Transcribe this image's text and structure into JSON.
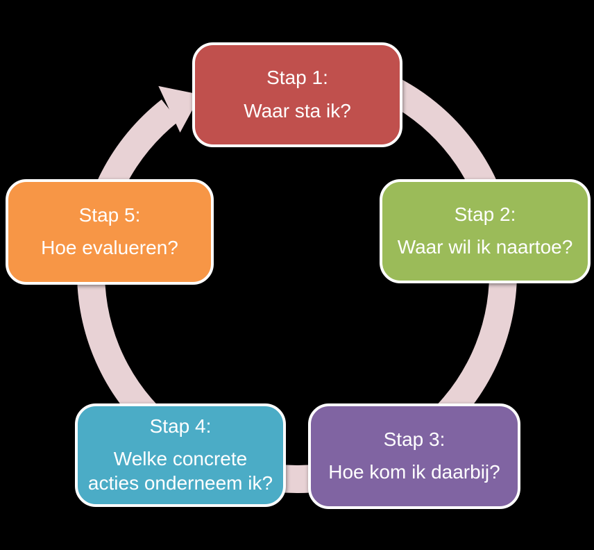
{
  "diagram": {
    "type": "cycle",
    "flow": "clockwise",
    "background_color": "#000000",
    "arrow_color": "#E8D2D5",
    "text_color": "#FFFFFF",
    "steps": [
      {
        "id": "stap-1",
        "title": "Stap 1:",
        "question": "Waar sta ik?",
        "color": "#C0504D",
        "position": "top"
      },
      {
        "id": "stap-2",
        "title": "Stap 2:",
        "question": "Waar wil ik naartoe?",
        "color": "#9BBB59",
        "position": "right"
      },
      {
        "id": "stap-3",
        "title": "Stap 3:",
        "question": "Hoe kom ik daarbij?",
        "color": "#8064A2",
        "position": "bottom-right"
      },
      {
        "id": "stap-4",
        "title": "Stap 4:",
        "question": "Welke concrete acties onderneem ik?",
        "color": "#4BACC6",
        "position": "bottom-left"
      },
      {
        "id": "stap-5",
        "title": "Stap 5:",
        "question": "Hoe evalueren?",
        "color": "#F79646",
        "position": "left"
      }
    ]
  }
}
